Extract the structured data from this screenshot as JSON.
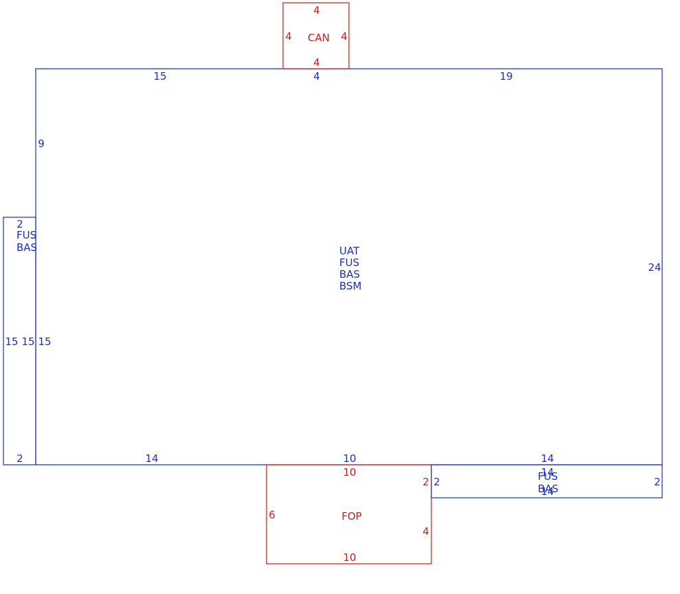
{
  "colors": {
    "primary": "#1a2fc0",
    "addition": "#d11a1a"
  },
  "main": {
    "codes": [
      "UAT",
      "FUS",
      "BAS",
      "BSM"
    ],
    "dims": {
      "top_left": "15",
      "top_mid": "4",
      "top_right": "19",
      "left_upper": "9",
      "left_lower": "15",
      "right": "24",
      "bottom_left": "14",
      "bottom_mid": "10",
      "bottom_right": "14"
    }
  },
  "can": {
    "label": "CAN",
    "dims": {
      "top": "4",
      "left": "4",
      "right": "4",
      "bottom": "4"
    }
  },
  "left_section": {
    "codes": [
      "FUS",
      "BAS"
    ],
    "dims": {
      "top": "2",
      "left": "15",
      "inner": "15",
      "bottom": "2"
    }
  },
  "fop": {
    "label": "FOP",
    "dims": {
      "top": "10",
      "left": "6",
      "right_upper": "2",
      "right_lower": "4",
      "bottom": "10"
    }
  },
  "right_section": {
    "codes": [
      "FUS",
      "BAS"
    ],
    "dims": {
      "top": "14",
      "left": "2",
      "right": "2",
      "bottom": "14"
    }
  }
}
